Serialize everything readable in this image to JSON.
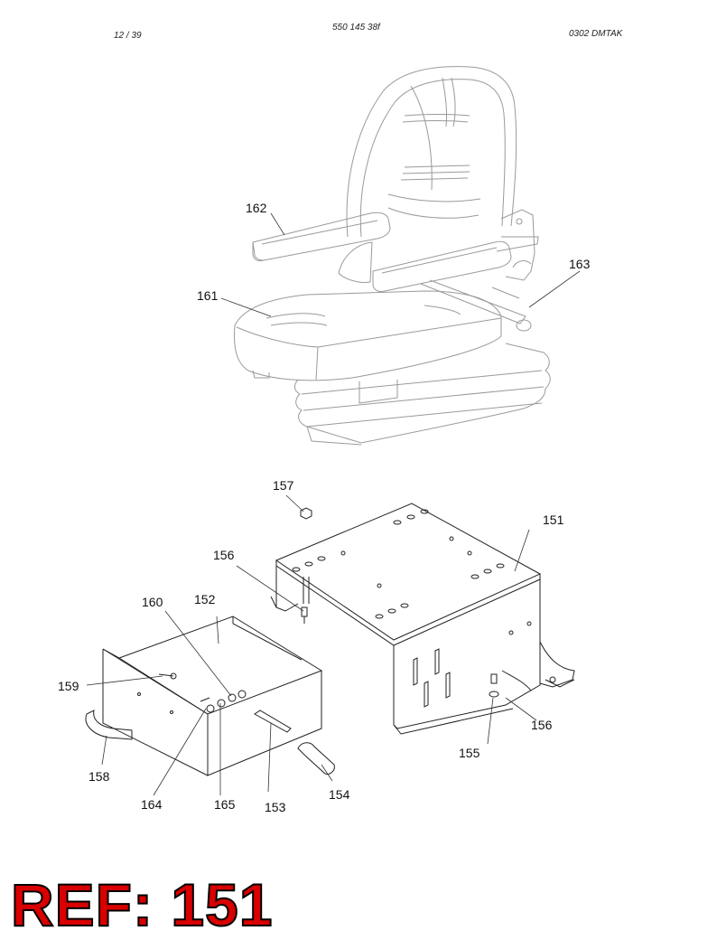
{
  "header": {
    "page": "12 / 39",
    "doc_code": "550 145 38f",
    "date_code": "0302   DMTAK"
  },
  "callouts": {
    "c151": "151",
    "c152": "152",
    "c153": "153",
    "c154": "154",
    "c155": "155",
    "c156a": "156",
    "c156b": "156",
    "c157": "157",
    "c158": "158",
    "c159": "159",
    "c160": "160",
    "c161": "161",
    "c162": "162",
    "c163": "163",
    "c164": "164",
    "c165": "165"
  },
  "ref_stamp": "REF: 151"
}
